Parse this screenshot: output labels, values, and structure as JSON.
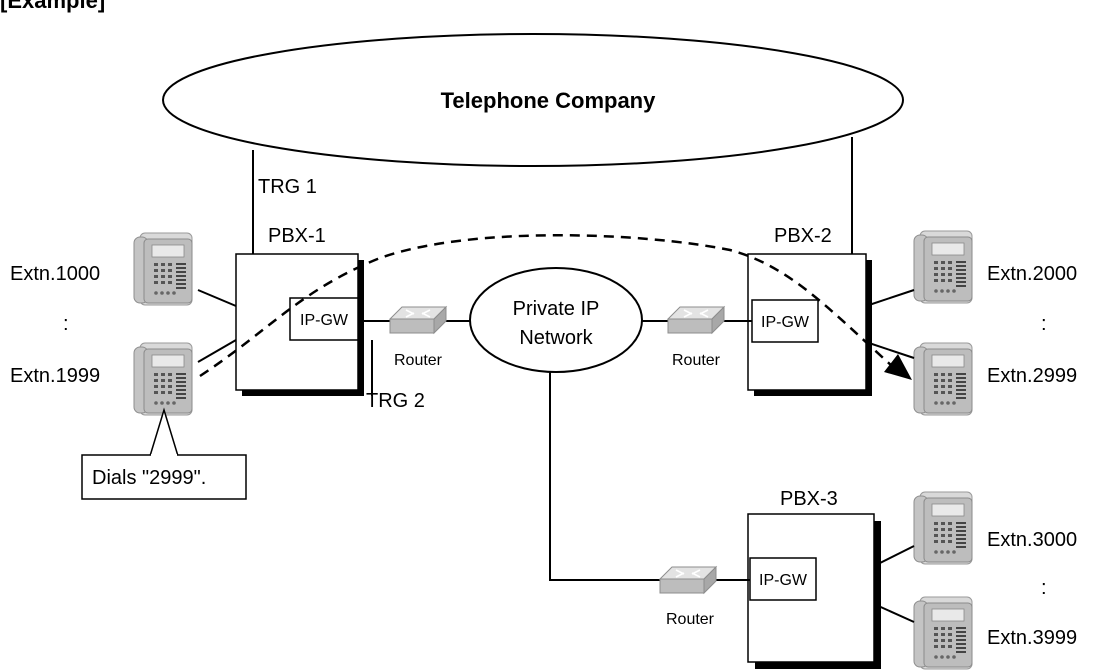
{
  "header": {
    "label": "[Example]"
  },
  "cloud": {
    "label": "Telephone Company"
  },
  "network": {
    "line1": "Private IP",
    "line2": "Network"
  },
  "trunk_groups": {
    "trg1": "TRG 1",
    "trg2": "TRG 2"
  },
  "pbx": [
    {
      "label": "PBX-1",
      "gateway": "IP-GW"
    },
    {
      "label": "PBX-2",
      "gateway": "IP-GW"
    },
    {
      "label": "PBX-3",
      "gateway": "IP-GW"
    }
  ],
  "routers": [
    "Router",
    "Router",
    "Router"
  ],
  "extensions": {
    "pbx1": {
      "first": "Extn.1000",
      "sep": ":",
      "last": "Extn.1999"
    },
    "pbx2": {
      "first": "Extn.2000",
      "sep": ":",
      "last": "Extn.2999"
    },
    "pbx3": {
      "first": "Extn.3000",
      "sep": ":",
      "last": "Extn.3999"
    }
  },
  "callout": {
    "text": "Dials \"2999\"."
  }
}
